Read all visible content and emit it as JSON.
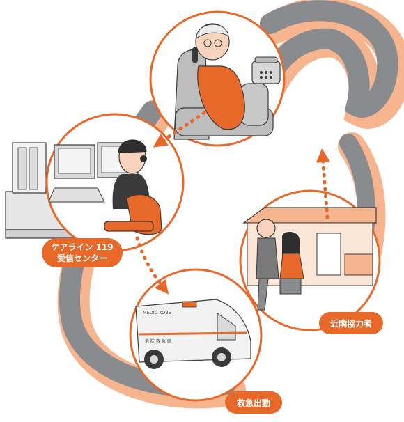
{
  "labels": {
    "care_line": "ケアライン 119",
    "reception_center": "受信センター",
    "neighbor": "近隣協力者",
    "ambulance": "救急出動"
  },
  "vehicle": {
    "brand": "MEDIC KOBE",
    "side_text": "消 防 救 急 車"
  },
  "colors": {
    "accent_orange": "#e8682a",
    "pale_orange": "#f6b58e",
    "swirl_gray": "#8a8b8e",
    "line_gray": "#3a3a3a"
  },
  "icons": [
    "elderly-caller",
    "telephone",
    "armchair",
    "operator-headset",
    "computer-monitor",
    "ambulance",
    "house",
    "neighbor-couple",
    "dotted-arrow"
  ]
}
